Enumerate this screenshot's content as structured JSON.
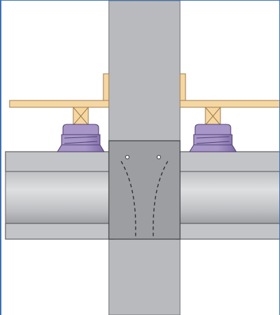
{
  "diagram": {
    "colors": {
      "background": "#ffffff",
      "frame_border": "#3a6fb7",
      "wall_fill": "#b9babd",
      "wall_stroke": "#6f7073",
      "slab_fill": "#c3c4c7",
      "slab_stroke": "#5e5f62",
      "pipe_light": "#dedfe1",
      "pipe_mid": "#bfc0c3",
      "pipe_dark": "#9fa0a3",
      "joint_fill": "#9c9ea2",
      "joint_stroke": "#3f4043",
      "dashed_line": "#2f3033",
      "timber_fill": "#f6d6a1",
      "timber_stroke": "#9a7d4f",
      "pedestal_fill": "#a896c8",
      "pedestal_dark": "#7f6aa8",
      "pedestal_stroke": "#4d4170"
    },
    "elements": [
      "vertical-wall",
      "left-floor-slab",
      "right-floor-slab",
      "left-timber-joist",
      "right-timber-joist",
      "left-acoustic-pedestal",
      "right-acoustic-pedestal",
      "wall-joint-block"
    ]
  }
}
